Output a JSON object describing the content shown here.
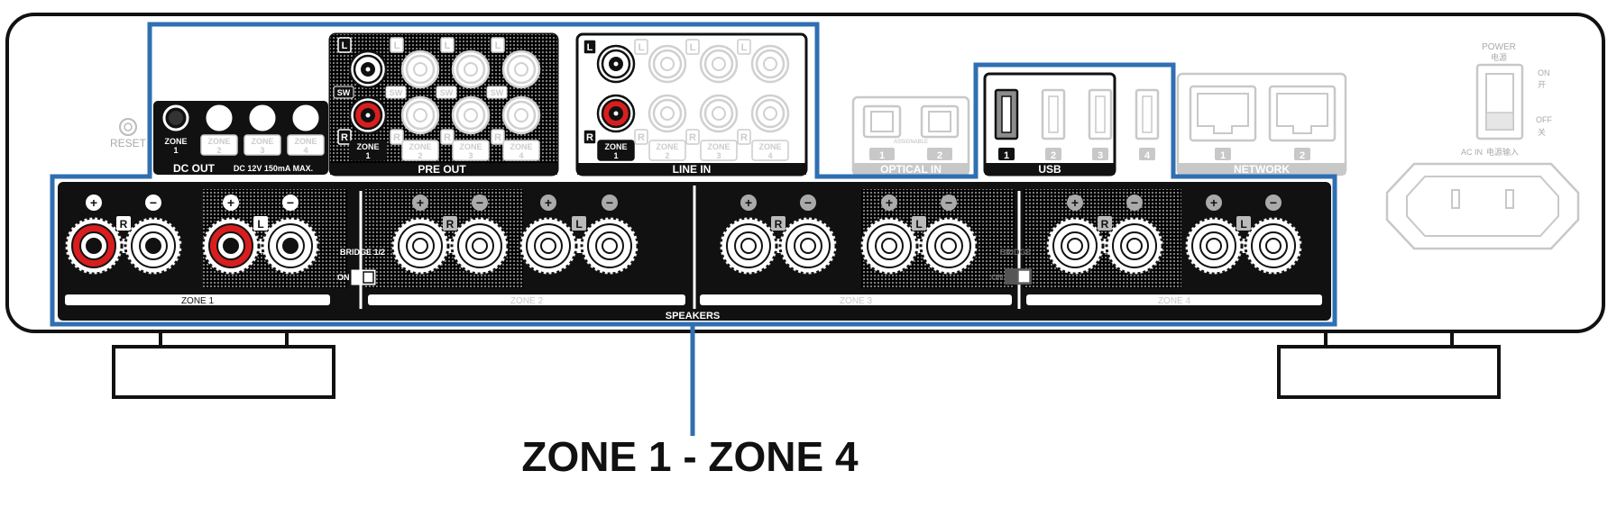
{
  "title": "ZONE 1 - ZONE 4",
  "reset": "RESET",
  "dc_out": {
    "label": "DC OUT",
    "spec": "DC 12V 150mA MAX.",
    "zones": [
      "ZONE\n1",
      "ZONE\n2",
      "ZONE\n3",
      "ZONE\n4"
    ]
  },
  "pre_out": {
    "label": "PRE OUT",
    "zones": [
      "ZONE\n1",
      "ZONE\n2",
      "ZONE\n3",
      "ZONE\n4"
    ],
    "marks": {
      "left": "L",
      "right": "R",
      "sub": "SW"
    }
  },
  "line_in": {
    "label": "LINE IN",
    "zones": [
      "ZONE\n1",
      "ZONE\n2",
      "ZONE\n3",
      "ZONE\n4"
    ],
    "marks": {
      "left": "L",
      "right": "R"
    }
  },
  "optical_in": {
    "label": "OPTICAL IN",
    "assignable": "ASSIGNABLE",
    "ports": [
      "1",
      "2"
    ]
  },
  "usb": {
    "label": "USB",
    "ports": [
      "1",
      "2",
      "3",
      "4"
    ]
  },
  "network": {
    "label": "NETWORK",
    "ports": [
      "1",
      "2"
    ]
  },
  "power": {
    "label": "POWER",
    "label_cn": "电源",
    "on": "ON",
    "on_cn": "开",
    "off": "OFF",
    "off_cn": "关",
    "ac_in": "AC IN",
    "ac_in_cn": "电源输入"
  },
  "speakers": {
    "label": "SPEAKERS",
    "zones": [
      "ZONE 1",
      "ZONE 2",
      "ZONE 3",
      "ZONE 4"
    ],
    "bridge": "BRIDGE\n1/2",
    "bridge_on": "ON",
    "channel_right": "R",
    "channel_left": "L",
    "plus": "+",
    "minus": "−"
  },
  "colors": {
    "highlight_blue": "#2f6fb2",
    "active_red": "#d81e1e",
    "inactive_gray": "#c8c8c8",
    "outline": "#111111"
  }
}
